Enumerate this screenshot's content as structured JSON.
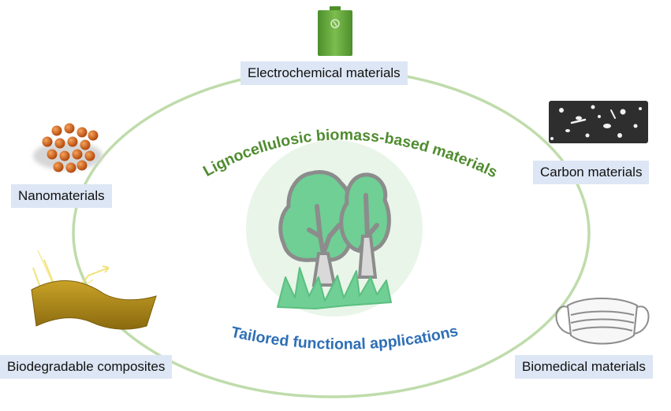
{
  "center_title": "Lignocellulosic biomass-based materials",
  "center_subtitle": "Tailored functional applications",
  "nodes": {
    "electrochemical": "Electrochemical materials",
    "nanomaterials": "Nanomaterials",
    "carbon": "Carbon materials",
    "biodegradable": "Biodegradable composites",
    "biomedical": "Biomedical materials"
  },
  "colors": {
    "title_green": "#4f8c2f",
    "subtitle_blue": "#2e6fb5",
    "ring_green": "#bfdcab",
    "label_bg": "#dde6f4",
    "tree_green": "#6fcf95",
    "trunk_gray": "#8c8c8c"
  },
  "icons": [
    "battery-icon",
    "nanoparticles-icon",
    "carbon-sem-icon",
    "composite-sheet-icon",
    "face-mask-icon",
    "trees-icon"
  ]
}
